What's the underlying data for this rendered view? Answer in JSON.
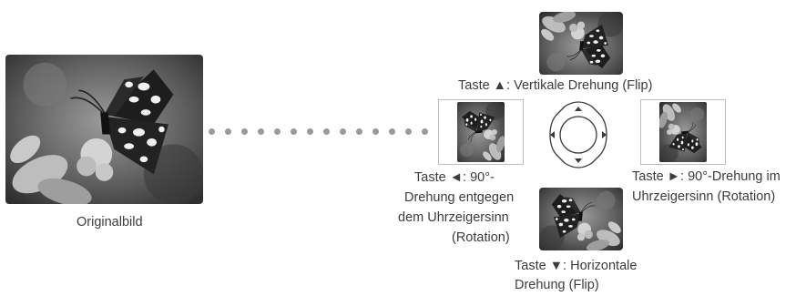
{
  "original": {
    "caption": "Originalbild"
  },
  "buttons": {
    "up": {
      "caption": "Taste ▲: Vertikale Drehung (Flip)"
    },
    "down": {
      "caption_line1": "Taste ▼: Horizontale",
      "caption_line2": "Drehung (Flip)"
    },
    "left": {
      "caption_line1": "Taste ◄: 90°-",
      "caption_line2": "Drehung entgegen",
      "caption_line3": "dem Uhrzeigersinn",
      "caption_line4": "(Rotation)"
    },
    "right": {
      "caption_line1": "Taste ►: 90°-Drehung im",
      "caption_line2": "Uhrzeigersinn (Rotation)"
    }
  }
}
